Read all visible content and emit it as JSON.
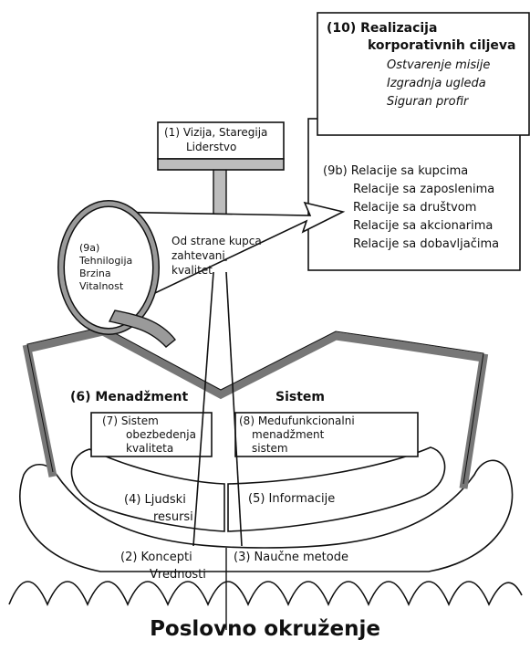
{
  "goals_box": {
    "heading_line1": "(10) Realizacija",
    "heading_line2": "korporativnih ciljeva",
    "items": [
      "Ostvarenje misije",
      "Izgradnja ugleda",
      "Siguran profir"
    ]
  },
  "vision_box": {
    "line1": "(1) Vizija, Staregija",
    "line2": "Liderstvo"
  },
  "relations_box": {
    "items": [
      "(9b) Relacije sa kupcima",
      "Relacije sa zaposlenima",
      "Relacije sa društvom",
      "Relacije sa akcionarima",
      "Relacije sa dobavljačima"
    ]
  },
  "quality_arrow": {
    "lines": [
      "Od strane kupca",
      "zahtevani",
      "kvalitet"
    ]
  },
  "loop": {
    "lines": [
      "(9a)",
      "Tehnilogija",
      "Brzina",
      "Vitalnost"
    ]
  },
  "management": {
    "label": "(6) Menadžment"
  },
  "system": {
    "label": "Sistem"
  },
  "box7": {
    "lines": [
      "(7) Sistem",
      "obezbedenja",
      "kvaliteta"
    ]
  },
  "box8": {
    "lines": [
      "(8) Medufunkcionalni",
      "menadžment",
      "sistem"
    ]
  },
  "human": {
    "lines": [
      "(4) Ljudski",
      "resursi"
    ]
  },
  "info": {
    "label": "(5) Informacije"
  },
  "concepts": {
    "lines": [
      "(2) Koncepti",
      "Vrednosti"
    ]
  },
  "methods": {
    "label": "(3) Naučne metode"
  },
  "footer_title": "Poslovno okruženje"
}
